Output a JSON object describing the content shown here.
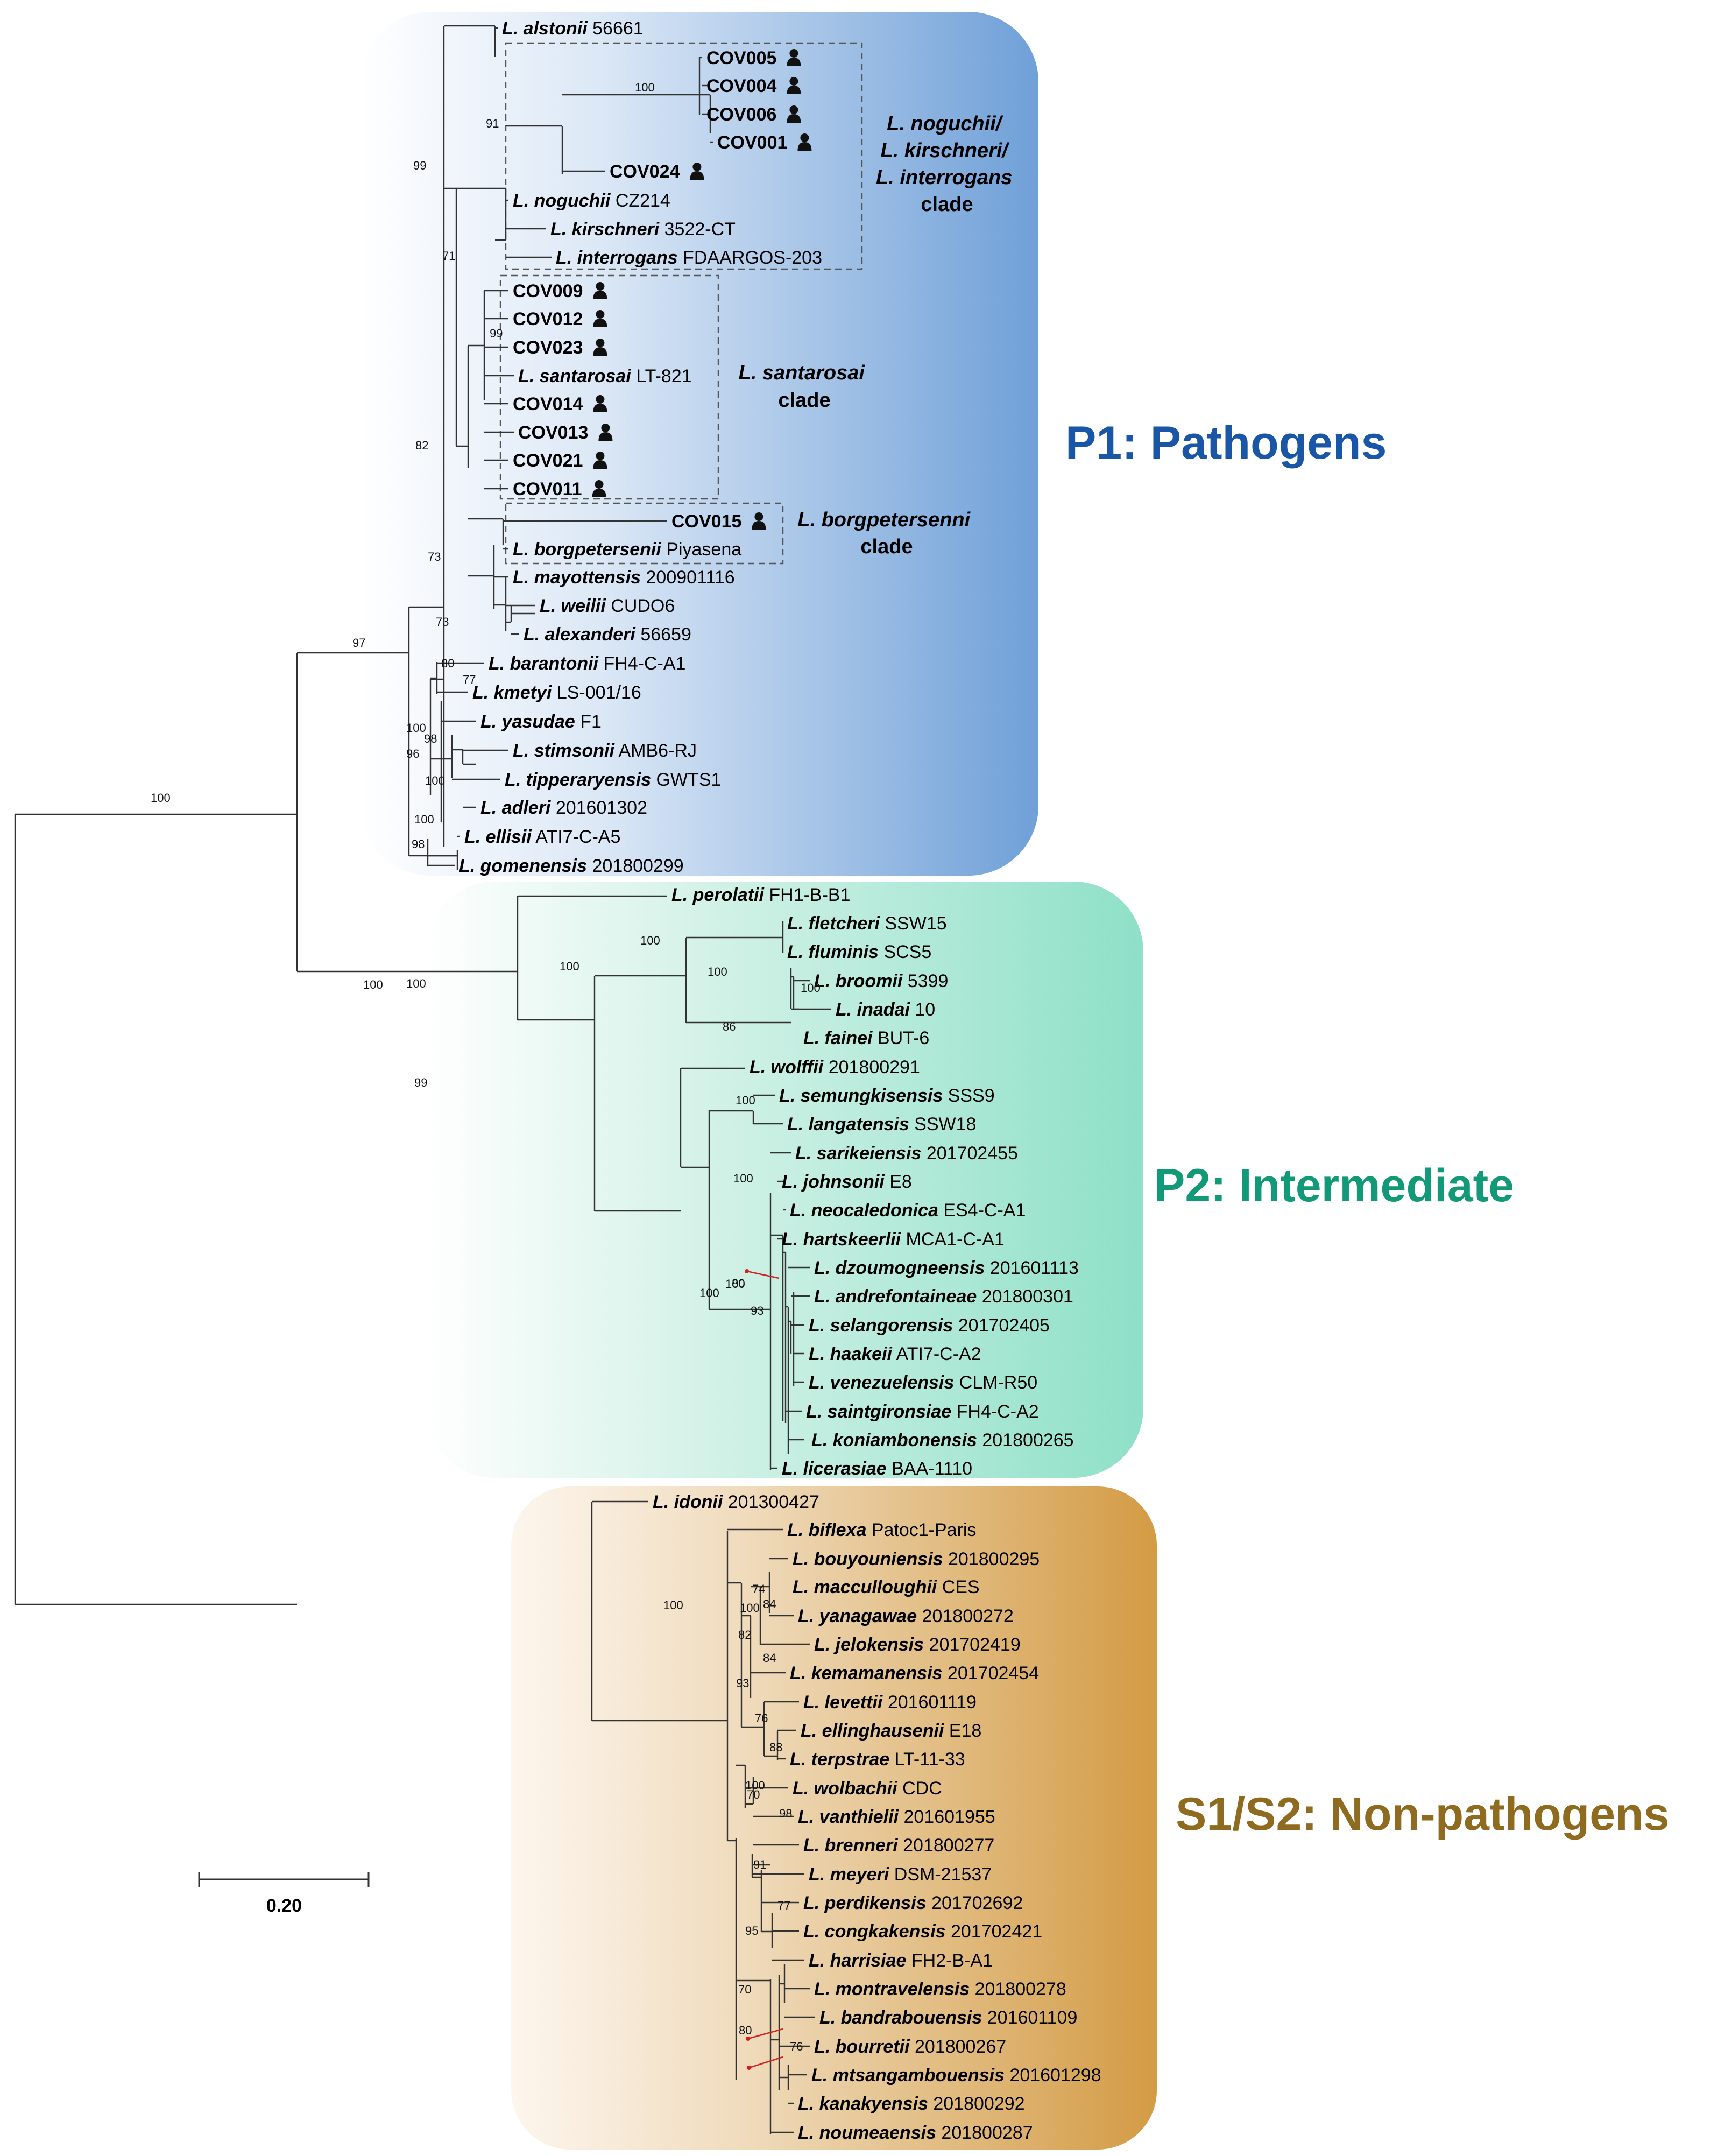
{
  "groups": {
    "p1": {
      "label": "P1: Pathogens",
      "color": "#1a56a6"
    },
    "p2": {
      "label": "P2: Intermediate",
      "color": "#129a78"
    },
    "s": {
      "label": "S1/S2: Non-pathogens",
      "color": "#8e6b1e"
    }
  },
  "clades": {
    "noguchi": [
      "L. noguchii/",
      "L. kirschneri/",
      "L. interrogans",
      "clade"
    ],
    "santarosai": [
      "L. santarosai",
      "clade"
    ],
    "borgpetersenni": [
      "L. borgpetersenni",
      "clade"
    ]
  },
  "scale": {
    "label": "0.20"
  },
  "icons": {
    "human": "person-icon"
  },
  "leaves": [
    {
      "name": "L. alstonii",
      "strain": "56661"
    },
    {
      "name": "COV005",
      "icon": true
    },
    {
      "name": "COV004",
      "icon": true
    },
    {
      "name": "COV006",
      "icon": true
    },
    {
      "name": "COV001",
      "icon": true
    },
    {
      "name": "COV024",
      "icon": true
    },
    {
      "name": "L. noguchii",
      "strain": "CZ214"
    },
    {
      "name": "L. kirschneri",
      "strain": "3522-CT"
    },
    {
      "name": "L. interrogans",
      "strain": "FDAARGOS-203"
    },
    {
      "name": "COV009",
      "icon": true
    },
    {
      "name": "COV012",
      "icon": true
    },
    {
      "name": "COV023",
      "icon": true
    },
    {
      "name": "L. santarosai",
      "strain": "LT-821"
    },
    {
      "name": "COV014",
      "icon": true
    },
    {
      "name": "COV013",
      "icon": true
    },
    {
      "name": "COV021",
      "icon": true
    },
    {
      "name": "COV011",
      "icon": true
    },
    {
      "name": "COV015",
      "icon": true
    },
    {
      "name": "L. borgpetersenii",
      "strain": "Piyasena"
    },
    {
      "name": "L. mayottensis",
      "strain": "200901116"
    },
    {
      "name": "L. weilii",
      "strain": "CUDO6"
    },
    {
      "name": "L. alexanderi",
      "strain": "56659"
    },
    {
      "name": "L. barantonii",
      "strain": "FH4-C-A1"
    },
    {
      "name": "L. kmetyi",
      "strain": "LS-001/16"
    },
    {
      "name": "L. yasudae",
      "strain": "F1"
    },
    {
      "name": "L. stimsonii",
      "strain": "AMB6-RJ"
    },
    {
      "name": "L. tipperaryensis",
      "strain": "GWTS1"
    },
    {
      "name": "L. adleri",
      "strain": "201601302"
    },
    {
      "name": "L. ellisii",
      "strain": "ATI7-C-A5"
    },
    {
      "name": "L. gomenensis",
      "strain": "201800299"
    },
    {
      "name": "L. perolatii",
      "strain": "FH1-B-B1"
    },
    {
      "name": "L. fletcheri",
      "strain": "SSW15"
    },
    {
      "name": "L. fluminis",
      "strain": "SCS5"
    },
    {
      "name": "L. broomii",
      "strain": "5399"
    },
    {
      "name": "L. inadai",
      "strain": "10"
    },
    {
      "name": "L. fainei",
      "strain": "BUT-6"
    },
    {
      "name": "L. wolffii",
      "strain": "201800291"
    },
    {
      "name": "L. semungkisensis",
      "strain": "SSS9"
    },
    {
      "name": "L. langatensis",
      "strain": "SSW18"
    },
    {
      "name": "L. sarikeiensis",
      "strain": "201702455"
    },
    {
      "name": "L. johnsonii",
      "strain": "E8"
    },
    {
      "name": "L. neocaledonica",
      "strain": "ES4-C-A1"
    },
    {
      "name": "L. hartskeerlii",
      "strain": "MCA1-C-A1"
    },
    {
      "name": "L. dzoumogneensis",
      "strain": "201601113"
    },
    {
      "name": "L. andrefontaineae",
      "strain": "201800301"
    },
    {
      "name": "L. selangorensis",
      "strain": "201702405"
    },
    {
      "name": "L. haakeii",
      "strain": "ATI7-C-A2"
    },
    {
      "name": "L. venezuelensis",
      "strain": "CLM-R50"
    },
    {
      "name": "L. saintgironsiae",
      "strain": "FH4-C-A2"
    },
    {
      "name": "L. koniambonensis",
      "strain": "201800265"
    },
    {
      "name": "L. licerasiae",
      "strain": "BAA-1110"
    },
    {
      "name": "L. idonii",
      "strain": "201300427"
    },
    {
      "name": "L. biflexa",
      "strain": "Patoc1-Paris"
    },
    {
      "name": "L. bouyouniensis",
      "strain": "201800295"
    },
    {
      "name": "L. macculloughii",
      "strain": "CES"
    },
    {
      "name": "L. yanagawae",
      "strain": "201800272"
    },
    {
      "name": "L. jelokensis",
      "strain": "201702419"
    },
    {
      "name": "L. kemamanensis",
      "strain": "201702454"
    },
    {
      "name": "L. levettii",
      "strain": "201601119"
    },
    {
      "name": "L. ellinghausenii",
      "strain": "E18"
    },
    {
      "name": "L. terpstrae",
      "strain": "LT-11-33"
    },
    {
      "name": "L. wolbachii",
      "strain": "CDC"
    },
    {
      "name": "L. vanthielii",
      "strain": "201601955"
    },
    {
      "name": "L. brenneri",
      "strain": "201800277"
    },
    {
      "name": "L. meyeri",
      "strain": "DSM-21537"
    },
    {
      "name": "L. perdikensis",
      "strain": "201702692"
    },
    {
      "name": "L. congkakensis",
      "strain": "201702421"
    },
    {
      "name": "L. harrisiae",
      "strain": "FH2-B-A1"
    },
    {
      "name": "L. montravelensis",
      "strain": "201800278"
    },
    {
      "name": "L. bandrabouensis",
      "strain": "201601109"
    },
    {
      "name": "L. bourretii",
      "strain": "201800267"
    },
    {
      "name": "L. mtsangambouensis",
      "strain": "201601298"
    },
    {
      "name": "L. kanakyensis",
      "strain": "201800292"
    },
    {
      "name": "L. noumeaensis",
      "strain": "201800287"
    }
  ],
  "bootstrap": [
    "100",
    "100",
    "100",
    "99",
    "97",
    "99",
    "82",
    "71",
    "91",
    "100",
    "99",
    "73",
    "73",
    "80",
    "77",
    "100",
    "96",
    "98",
    "100",
    "100",
    "98",
    "100",
    "100",
    "100",
    "86",
    "100",
    "100",
    "100",
    "100",
    "100",
    "80",
    "93",
    "100",
    "100",
    "93",
    "82",
    "74",
    "84",
    "84",
    "76",
    "88",
    "100",
    "70",
    "98",
    "91",
    "77",
    "95",
    "70",
    "80",
    "76"
  ]
}
